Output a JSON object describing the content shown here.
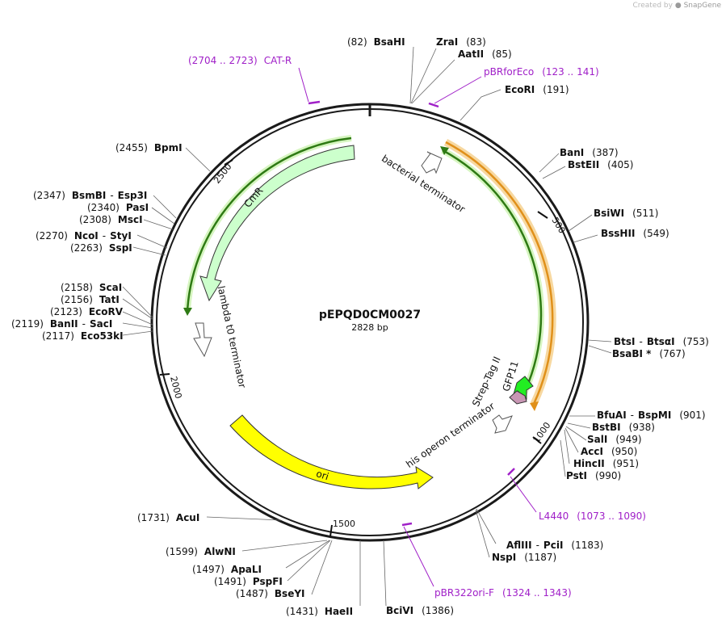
{
  "watermark": {
    "prefix": "Created by",
    "brand": "SnapGene"
  },
  "plasmid": {
    "name": "pEPQD0CM0027",
    "size": "2828 bp"
  },
  "ticks": [
    "500",
    "1000",
    "1500",
    "2000",
    "2500"
  ],
  "sites": [
    {
      "id": "bsahi",
      "name": "BsaHI",
      "pos": "(82)"
    },
    {
      "id": "zrai",
      "name": "ZraI",
      "pos": "(83)"
    },
    {
      "id": "aatii",
      "name": "AatII",
      "pos": "(85)"
    },
    {
      "id": "ecori",
      "name": "EcoRI",
      "pos": "(191)"
    },
    {
      "id": "bani",
      "name": "BanI",
      "pos": "(387)"
    },
    {
      "id": "bsteii",
      "name": "BstEII",
      "pos": "(405)"
    },
    {
      "id": "bsiwi",
      "name": "BsiWI",
      "pos": "(511)"
    },
    {
      "id": "bsshii",
      "name": "BssHII",
      "pos": "(549)"
    },
    {
      "id": "btsi",
      "name": "BtsI",
      "name2": "BtsαI",
      "pos": "(753)"
    },
    {
      "id": "bsabi",
      "name": "BsaBI *",
      "pos": "(767)"
    },
    {
      "id": "bfuai",
      "name": "BfuAI",
      "name2": "BspMI",
      "pos": "(901)"
    },
    {
      "id": "bstbi",
      "name": "BstBI",
      "pos": "(938)"
    },
    {
      "id": "sali",
      "name": "SalI",
      "pos": "(949)"
    },
    {
      "id": "acci",
      "name": "AccI",
      "pos": "(950)"
    },
    {
      "id": "hincii",
      "name": "HincII",
      "pos": "(951)"
    },
    {
      "id": "psti",
      "name": "PstI",
      "pos": "(990)"
    },
    {
      "id": "afliii",
      "name": "AflIII",
      "name2": "PciI",
      "pos": "(1183)"
    },
    {
      "id": "nspi",
      "name": "NspI",
      "pos": "(1187)"
    },
    {
      "id": "bcivi",
      "name": "BciVI",
      "pos": "(1386)"
    },
    {
      "id": "haeii",
      "name": "HaeII",
      "pos": "(1431)"
    },
    {
      "id": "bseyi",
      "name": "BseYI",
      "pos": "(1487)"
    },
    {
      "id": "pspfi",
      "name": "PspFI",
      "pos": "(1491)"
    },
    {
      "id": "apali",
      "name": "ApaLI",
      "pos": "(1497)"
    },
    {
      "id": "alwni",
      "name": "AlwNI",
      "pos": "(1599)"
    },
    {
      "id": "acui",
      "name": "AcuI",
      "pos": "(1731)"
    },
    {
      "id": "eco53ki",
      "name": "Eco53kI",
      "pos": "(2117)"
    },
    {
      "id": "banii",
      "name": "BanII",
      "name2": "SacI",
      "pos": "(2119)"
    },
    {
      "id": "ecorv",
      "name": "EcoRV",
      "pos": "(2123)"
    },
    {
      "id": "tati",
      "name": "TatI",
      "pos": "(2156)"
    },
    {
      "id": "scai",
      "name": "ScaI",
      "pos": "(2158)"
    },
    {
      "id": "sspi",
      "name": "SspI",
      "pos": "(2263)"
    },
    {
      "id": "ncoi",
      "name": "NcoI",
      "name2": "StyI",
      "pos": "(2270)"
    },
    {
      "id": "msci",
      "name": "MscI",
      "pos": "(2308)"
    },
    {
      "id": "pasi",
      "name": "PasI",
      "pos": "(2340)"
    },
    {
      "id": "bsmbi",
      "name": "BsmBI",
      "name2": "Esp3I",
      "pos": "(2347)"
    },
    {
      "id": "bpmi",
      "name": "BpmI",
      "pos": "(2455)"
    }
  ],
  "primers": [
    {
      "id": "catr",
      "name": "CAT-R",
      "range": "(2704 .. 2723)"
    },
    {
      "id": "pbrforeco",
      "name": "pBRforEco",
      "range": "(123 .. 141)"
    },
    {
      "id": "l4440",
      "name": "L4440",
      "range": "(1073 .. 1090)"
    },
    {
      "id": "pbr322orif",
      "name": "pBR322ori-F",
      "range": "(1324 .. 1343)"
    }
  ],
  "features": {
    "cmr": "CmR",
    "ori": "ori",
    "bacterial_terminator": "bacterial terminator",
    "lambda_t0_terminator": "lambda t0 terminator",
    "his_operon_terminator": "his operon terminator",
    "strep_tag": "Strep-Tag II",
    "gfp11": "GFP11"
  },
  "colors": {
    "backbone": "#1a1a1a",
    "primer": "#a020c8",
    "cmr_fill": "#ccffcc",
    "ori_fill": "#ffff00",
    "gfp_fill": "#22ee22",
    "strep_fill": "#c896b4",
    "orf_orange": "#f0a020",
    "orf_green": "#3a8a1a"
  }
}
